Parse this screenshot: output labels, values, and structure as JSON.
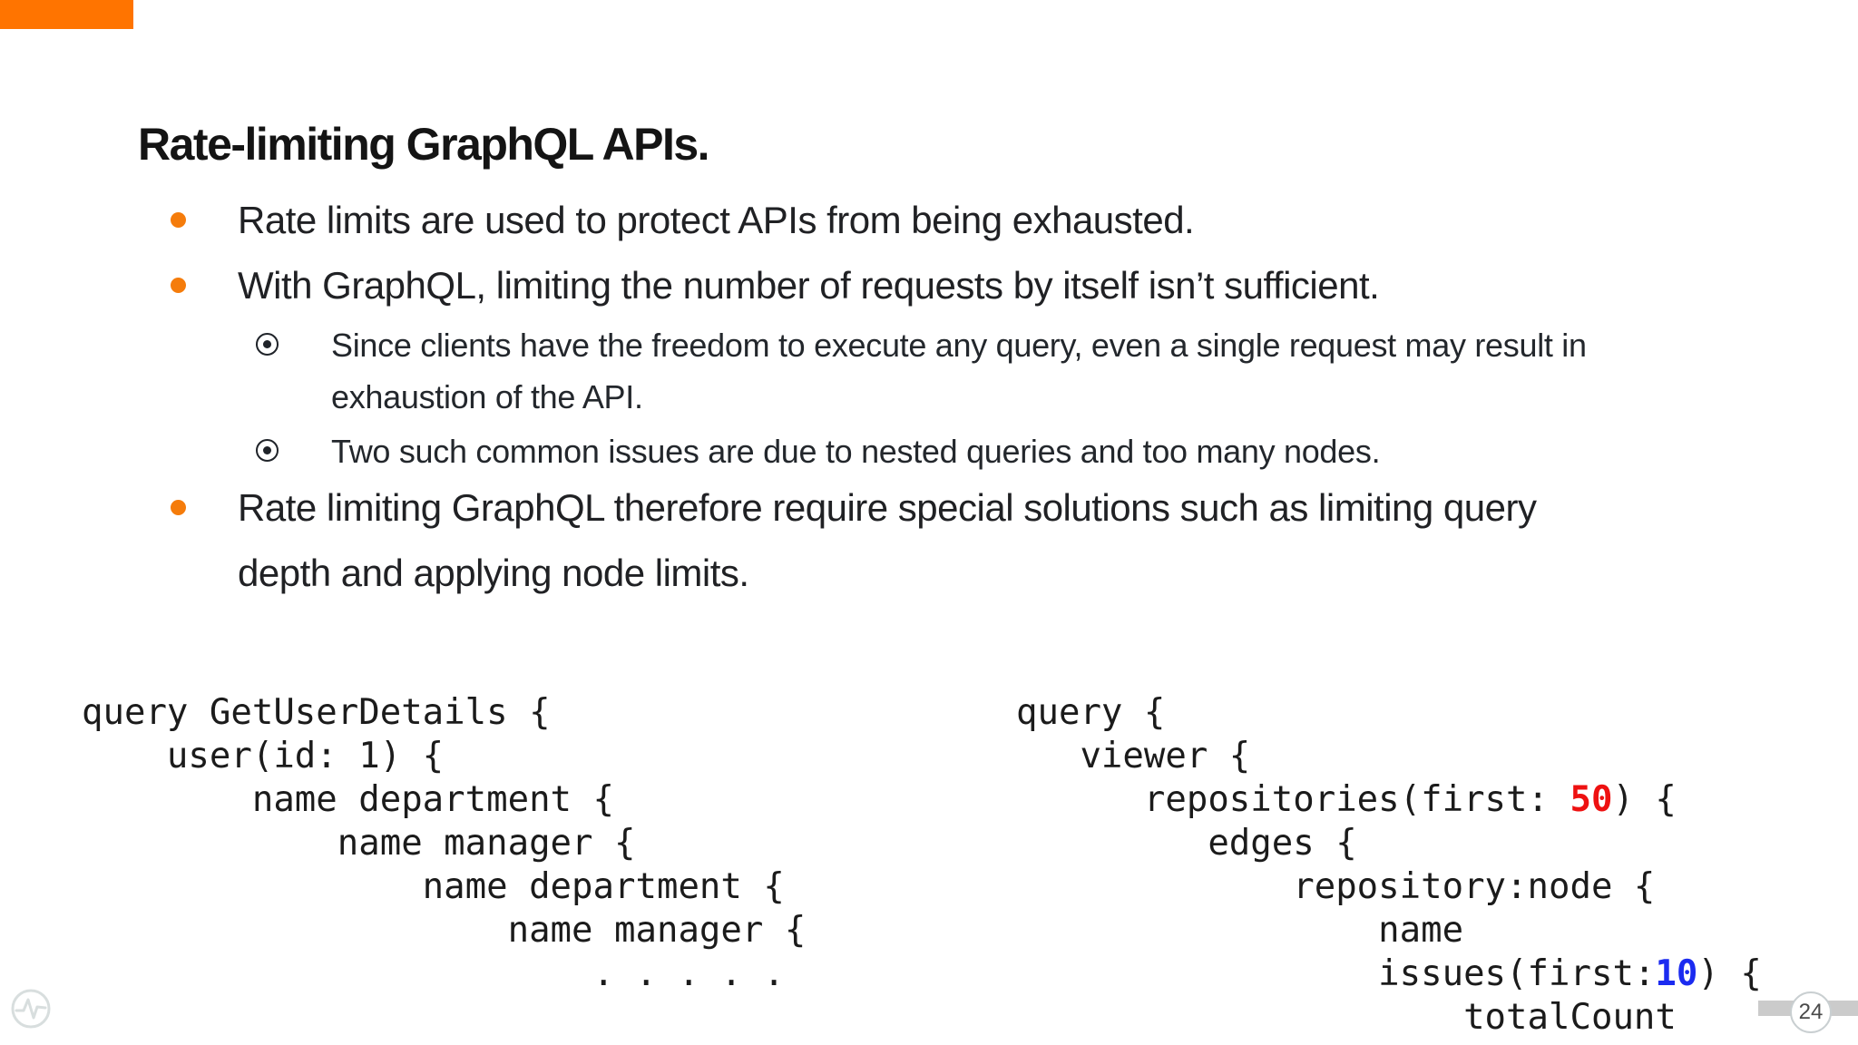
{
  "slide": {
    "accent_bar_color": "#FF7400",
    "bullet_dot_color": "#F57C0B",
    "title": "Rate-limiting GraphQL APIs.",
    "bullets": [
      {
        "level": 1,
        "text": "Rate limits are used to protect APIs from being exhausted."
      },
      {
        "level": 1,
        "text": "With GraphQL, limiting the number of requests by itself isn’t sufficient."
      },
      {
        "level": 2,
        "text": "Since clients have the freedom to execute any query, even a single request may result in\nexhaustion of the API."
      },
      {
        "level": 2,
        "text": "Two such common issues are due to nested queries and too many nodes."
      },
      {
        "level": 1,
        "text": "Rate limiting GraphQL therefore require special solutions such as limiting query\ndepth and applying node limits."
      }
    ],
    "page_number": "24"
  },
  "code_left": {
    "l1": "query GetUserDetails {",
    "l2": "    user(id: 1) {",
    "l3": "        name department {",
    "l4": "            name manager {",
    "l5": "                name department {",
    "l6": "                    name manager {",
    "l7": "                        . . . . ."
  },
  "code_right": {
    "l1": "query {",
    "l2": "   viewer {",
    "l3_pre": "      repositories(first: ",
    "l3_num": "50",
    "l3_post": ") {",
    "l4": "         edges {",
    "l5": "             repository:node {",
    "l6": "                 name",
    "l7_pre": "                 issues(first:",
    "l7_num": "10",
    "l7_post": ") {",
    "l8": "                     totalCount"
  },
  "colors": {
    "code_first_50": "#EE1111",
    "code_first_10": "#1B2BF0",
    "page_bar": "#CBCBCB"
  },
  "icons": {
    "logo": "pulse-circle-icon",
    "main_bullet": "orange-dot-icon",
    "sub_bullet": "circled-dot-icon"
  }
}
